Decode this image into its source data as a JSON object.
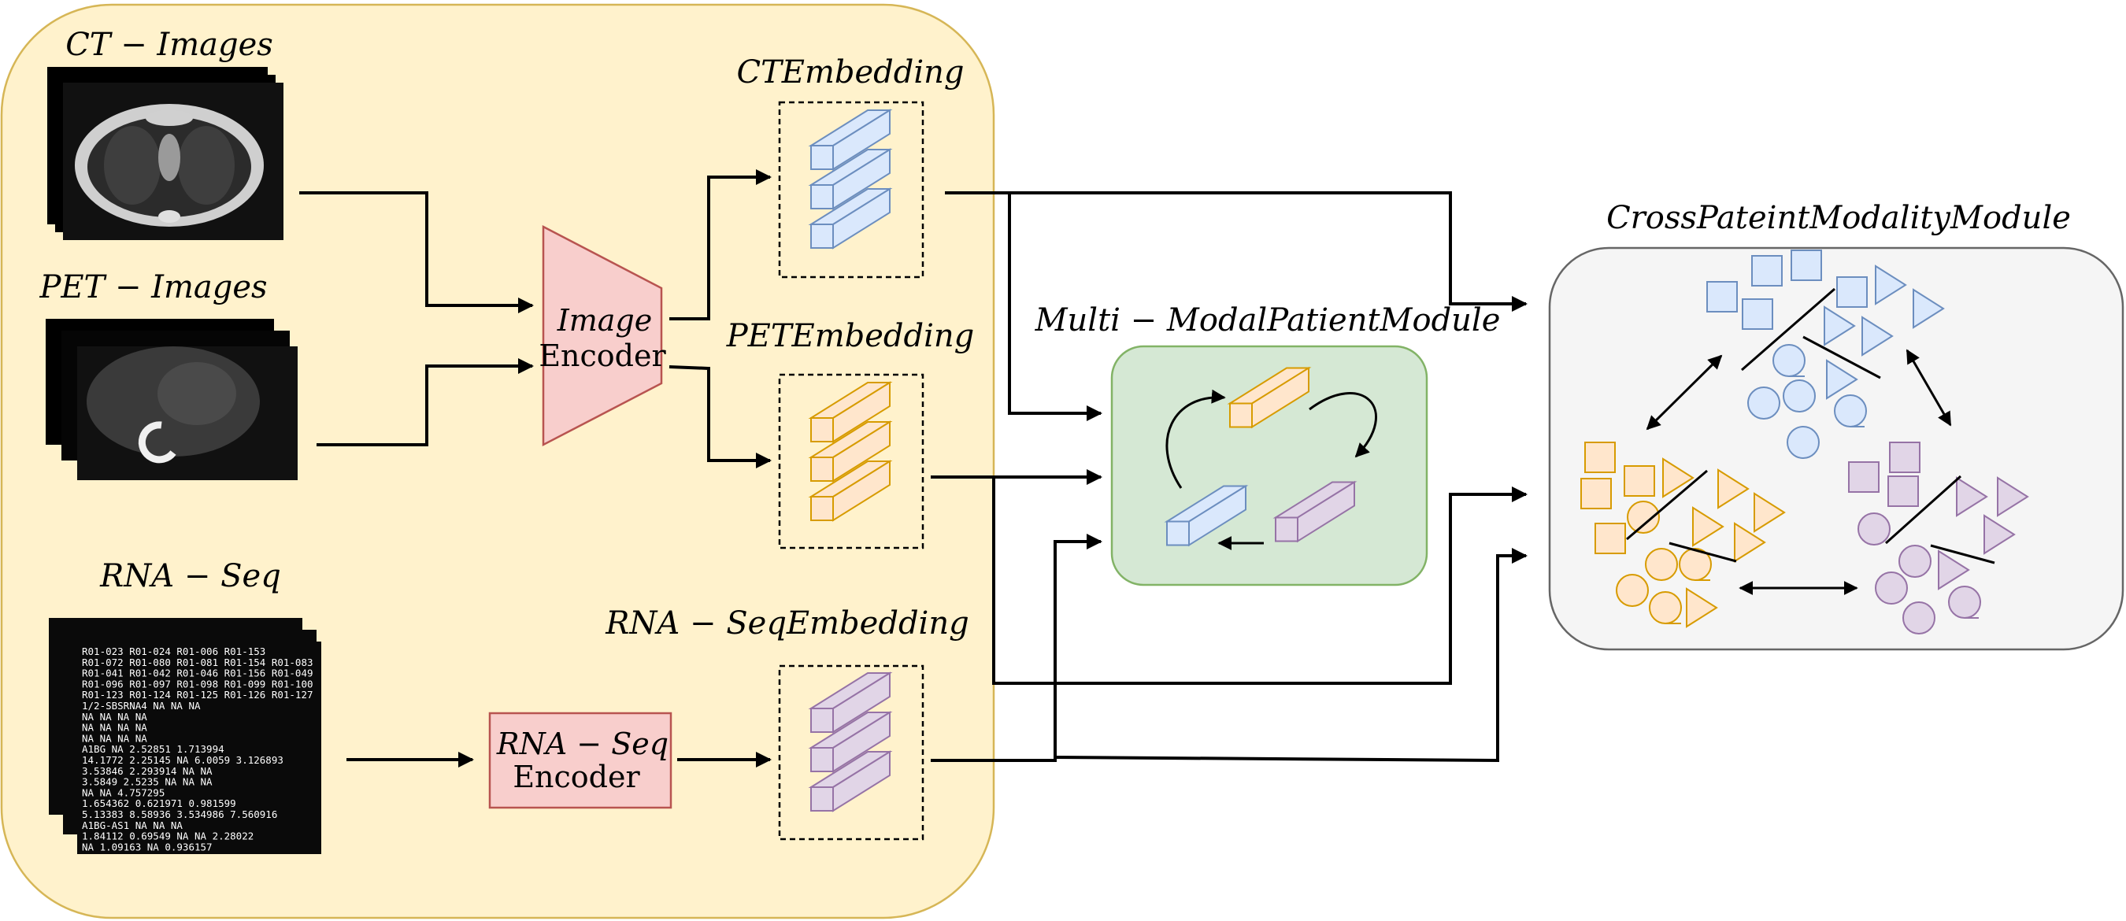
{
  "labels": {
    "ct_images": "CT − Images",
    "pet_images": "PET − Images",
    "rna_seq": "RNA − Seq",
    "image_encoder_line1": "Image",
    "image_encoder_line2": "Encoder",
    "rna_encoder_line1": "RNA − Seq",
    "rna_encoder_line2": "Encoder",
    "ct_embedding": "CTEmbedding",
    "pet_embedding": "PETEmbedding",
    "rna_embedding": "RNA − SeqEmbedding",
    "multi_modal_module": "Multi − ModalPatientModule",
    "cross_patient_module": "CrossPateintModalityModule"
  },
  "colors": {
    "input_panel_fill": "#fff2cc",
    "input_panel_stroke": "#d6b656",
    "encoder_fill": "#f8cecc",
    "encoder_stroke": "#b85450",
    "ct_fill": "#dae8fc",
    "ct_stroke": "#6c8ebf",
    "pet_fill": "#ffe6cc",
    "pet_stroke": "#d79b00",
    "rna_fill": "#e1d5e7",
    "rna_stroke": "#9673a6",
    "mm_fill": "#d5e8d4",
    "mm_stroke": "#82b366",
    "cross_fill": "#f5f5f5",
    "cross_stroke": "#666666"
  },
  "rna_table_lines": [
    "      R01-023 R01-024 R01-006 R01-153",
    "R01-072 R01-080 R01-081 R01-154 R01-083",
    "R01-041 R01-042 R01-046 R01-156 R01-049",
    "R01-096 R01-097 R01-098 R01-099 R01-100",
    "R01-123 R01-124 R01-125 R01-126 R01-127",
    "1/2-SBSRNA4   NA     NA     NA",
    "        NA     NA     NA     NA",
    "        NA     NA     NA     NA",
    "        NA     NA     NA     NA",
    "A1BG    NA     2.52851 1.713994",
    "14.1772 2.25145 NA    6.0059 3.126893",
    "3.53846 2.293914      NA     NA",
    "3.5849  2.5235  NA    NA     NA",
    "        NA     NA     4.757295",
    "1.654362       0.621971      0.981599",
    "5.13383 8.58936 3.534986     7.560916",
    "A1BG-AS1       NA     NA     NA",
    "1.84112 0.69549 NA    NA     2.28022",
    "        NA     1.09163 NA    0.936157"
  ]
}
